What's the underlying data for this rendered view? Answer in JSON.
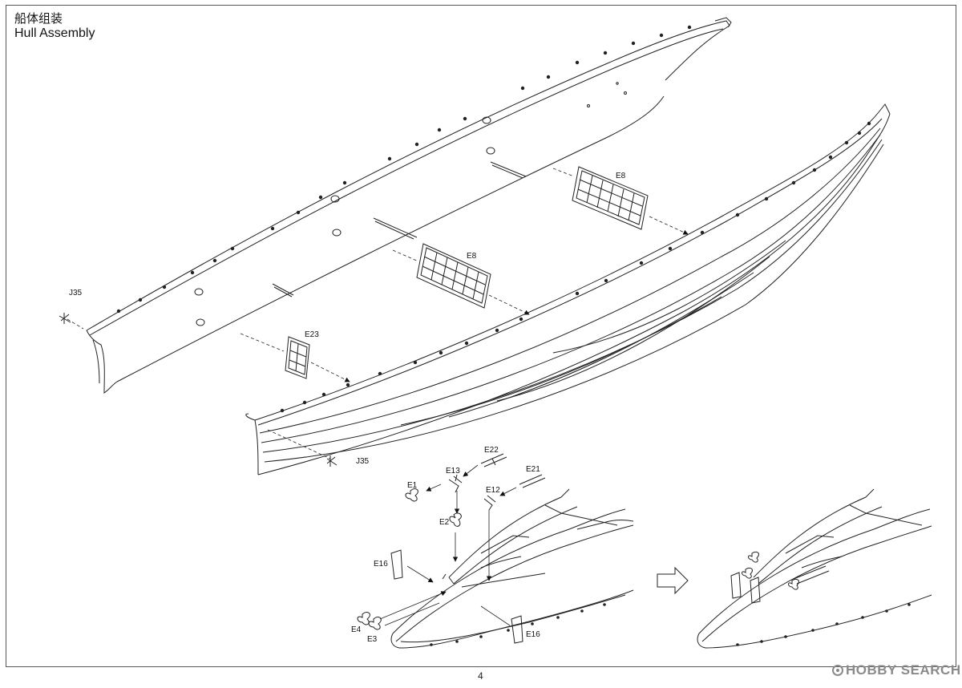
{
  "title": {
    "zh": "船体组装",
    "en": "Hull Assembly"
  },
  "page_number": "4",
  "watermark": "HOBBY SEARCH",
  "parts": {
    "j35_a": "J35",
    "j35_b": "J35",
    "e8_a": "E8",
    "e8_b": "E8",
    "e23": "E23",
    "e22": "E22",
    "e13": "E13",
    "e21": "E21",
    "e1": "E1",
    "e12": "E12",
    "e2": "E2",
    "e16_a": "E16",
    "e16_b": "E16",
    "e4": "E4",
    "e3": "E3"
  },
  "icons": {
    "arrow": "right-arrow-icon",
    "logo": "hobby-search-logo-icon"
  }
}
